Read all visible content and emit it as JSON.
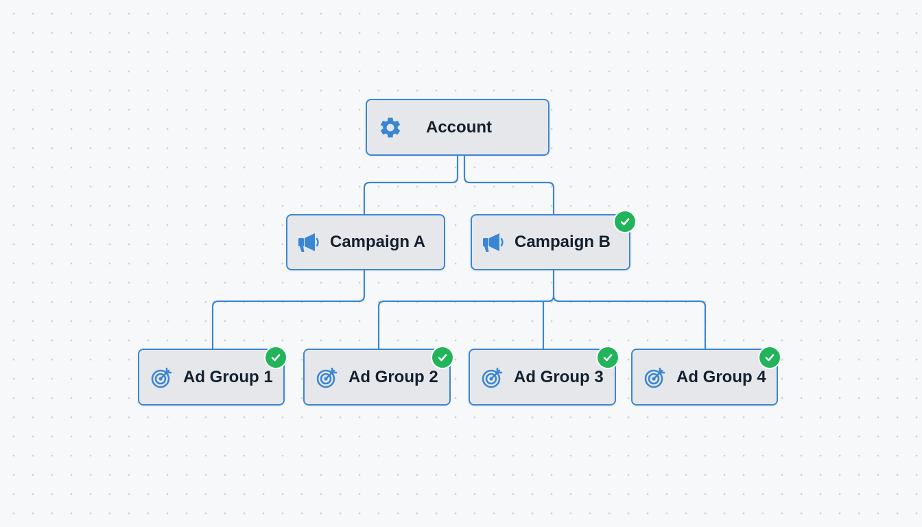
{
  "colors": {
    "accent": "#3a86d4",
    "node_fill": "#e6e7ea",
    "label": "#14202e",
    "success": "#22b45a",
    "background": "#f7f8fa"
  },
  "hierarchy": {
    "account": {
      "label": "Account",
      "icon": "gear-icon",
      "verified": false
    },
    "campaigns": [
      {
        "label": "Campaign A",
        "icon": "megaphone-icon",
        "verified": false
      },
      {
        "label": "Campaign B",
        "icon": "megaphone-icon",
        "verified": true
      }
    ],
    "ad_groups": [
      {
        "label": "Ad Group 1",
        "icon": "target-icon",
        "verified": true,
        "parent": "Campaign A"
      },
      {
        "label": "Ad Group 2",
        "icon": "target-icon",
        "verified": true,
        "parent": "Campaign B"
      },
      {
        "label": "Ad Group 3",
        "icon": "target-icon",
        "verified": true,
        "parent": "Campaign B"
      },
      {
        "label": "Ad Group 4",
        "icon": "target-icon",
        "verified": true,
        "parent": "Campaign B"
      }
    ]
  }
}
